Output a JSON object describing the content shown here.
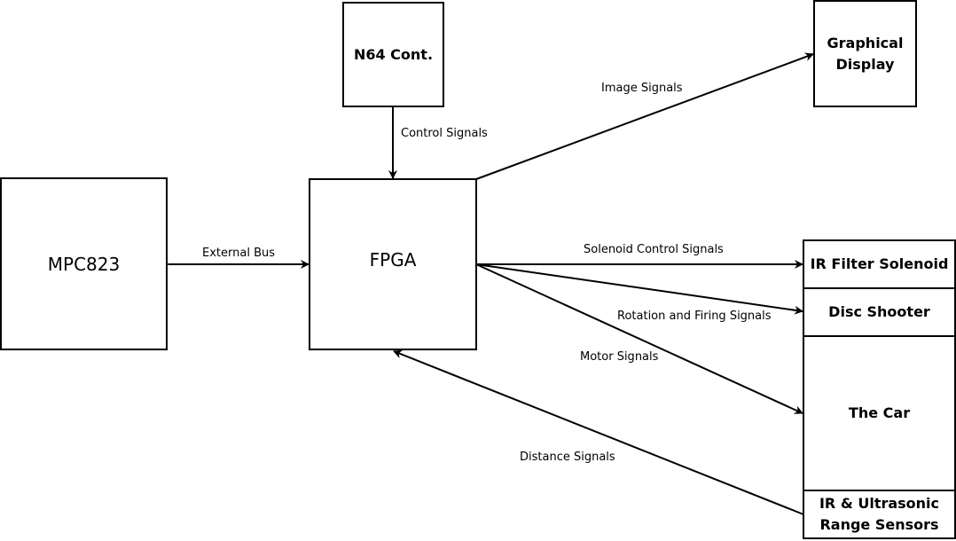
{
  "blocks": {
    "mpc823": "MPC823",
    "fpga": "FPGA",
    "n64": "N64 Cont.",
    "display_line1": "Graphical",
    "display_line2": "Display",
    "ir_filter": "IR Filter Solenoid",
    "disc_shooter": "Disc Shooter",
    "car": "The Car",
    "sensors_line1": "IR & Ultrasonic",
    "sensors_line2": "Range Sensors"
  },
  "signals": {
    "external_bus": "External Bus",
    "control": "Control Signals",
    "image": "Image Signals",
    "solenoid": "Solenoid Control Signals",
    "rotation": "Rotation and Firing Signals",
    "motor": "Motor Signals",
    "distance": "Distance Signals"
  }
}
